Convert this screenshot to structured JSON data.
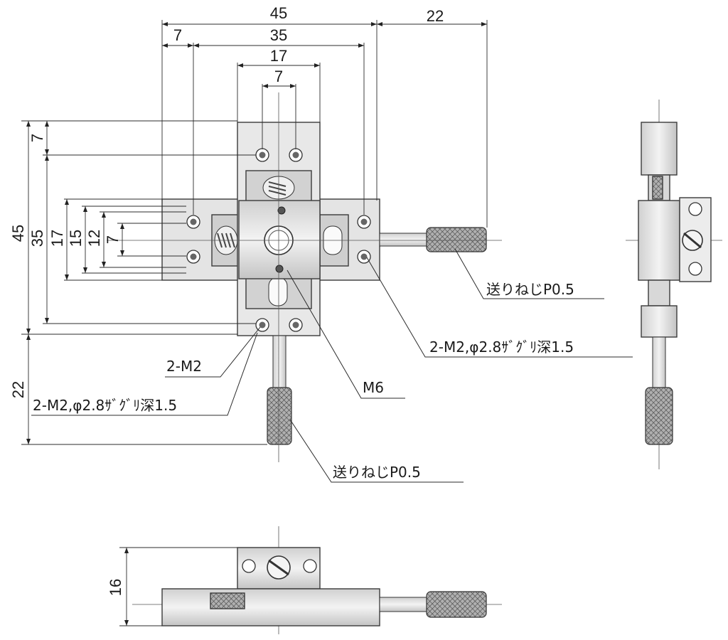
{
  "dimensions": {
    "top_width_45": "45",
    "top_width_35": "35",
    "top_width_17": "17",
    "top_width_7": "7",
    "top_left_7": "7",
    "top_right_22": "22",
    "left_45": "45",
    "left_35": "35",
    "left_17": "17",
    "left_15": "15",
    "left_12": "12",
    "left_7_inner": "7",
    "left_7_top": "7",
    "left_22": "22",
    "height_16": "16"
  },
  "callouts": {
    "feed_screw_right": "送りねじP0.5",
    "feed_screw_bottom": "送りねじP0.5",
    "m2_counterbore_right": "2-M2,φ2.8ｻﾞｸﾞﾘ深1.5",
    "m2_counterbore_left": "2-M2,φ2.8ｻﾞｸﾞﾘ深1.5",
    "m2": "2-M2",
    "m6": "M6"
  },
  "colors": {
    "line": "#2b2b2b",
    "body_fill": "#e6e6e6",
    "body_dark": "#bdbdbd",
    "knurl": "#9a9a9a"
  }
}
